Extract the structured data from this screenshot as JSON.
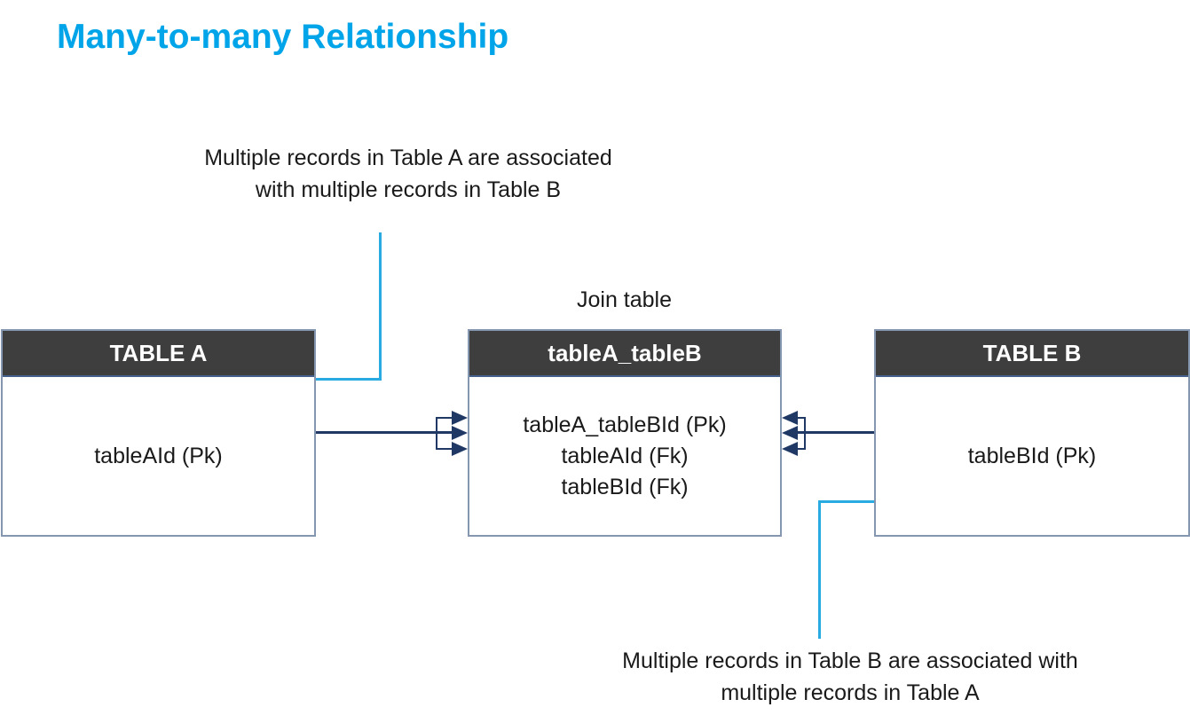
{
  "title": "Many-to-many Relationship",
  "annotations": {
    "top": {
      "line1": "Multiple records in Table A are associated",
      "line2": "with multiple records in Table B"
    },
    "bottom": {
      "line1": "Multiple records in Table B are associated with",
      "line2": "multiple records in Table A"
    },
    "join_label": "Join table"
  },
  "tables": {
    "table_a": {
      "header": "TABLE A",
      "fields": [
        "tableAId (Pk)"
      ]
    },
    "join": {
      "header": "tableA_tableB",
      "fields": [
        "tableA_tableBId (Pk)",
        "tableAId (Fk)",
        "tableBId (Fk)"
      ]
    },
    "table_b": {
      "header": "TABLE B",
      "fields": [
        "tableBId (Pk)"
      ]
    }
  },
  "colors": {
    "title_blue": "#00A4E8",
    "callout_cyan": "#29ABE2",
    "connector_navy": "#1F3864",
    "header_background": "#3E3E3E",
    "header_text": "#FFFFFF",
    "box_border": "#8496B0",
    "body_text": "#1A1A1A"
  }
}
